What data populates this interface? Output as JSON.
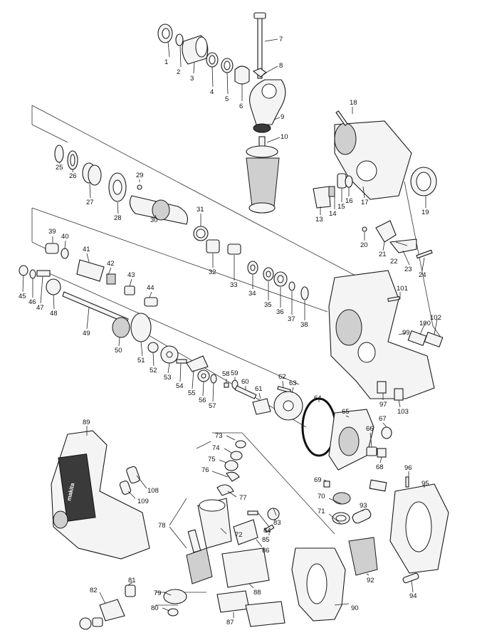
{
  "diagram": {
    "brand_mark": "makita",
    "callouts": [
      {
        "id": "c1",
        "label": "1"
      },
      {
        "id": "c2",
        "label": "2"
      },
      {
        "id": "c3",
        "label": "3"
      },
      {
        "id": "c4",
        "label": "4"
      },
      {
        "id": "c5",
        "label": "5"
      },
      {
        "id": "c6",
        "label": "6"
      },
      {
        "id": "c7",
        "label": "7"
      },
      {
        "id": "c8",
        "label": "8"
      },
      {
        "id": "c9",
        "label": "9"
      },
      {
        "id": "c10",
        "label": "10"
      },
      {
        "id": "c13",
        "label": "13"
      },
      {
        "id": "c14",
        "label": "14"
      },
      {
        "id": "c15",
        "label": "15"
      },
      {
        "id": "c16",
        "label": "16"
      },
      {
        "id": "c17",
        "label": "17"
      },
      {
        "id": "c18",
        "label": "18"
      },
      {
        "id": "c19",
        "label": "19"
      },
      {
        "id": "c20",
        "label": "20"
      },
      {
        "id": "c21",
        "label": "21"
      },
      {
        "id": "c22",
        "label": "22"
      },
      {
        "id": "c23",
        "label": "23"
      },
      {
        "id": "c24",
        "label": "24"
      },
      {
        "id": "c25",
        "label": "25"
      },
      {
        "id": "c26",
        "label": "26"
      },
      {
        "id": "c27",
        "label": "27"
      },
      {
        "id": "c28",
        "label": "28"
      },
      {
        "id": "c29",
        "label": "29"
      },
      {
        "id": "c30",
        "label": "30"
      },
      {
        "id": "c31",
        "label": "31"
      },
      {
        "id": "c32",
        "label": "32"
      },
      {
        "id": "c33",
        "label": "33"
      },
      {
        "id": "c34",
        "label": "34"
      },
      {
        "id": "c35",
        "label": "35"
      },
      {
        "id": "c36",
        "label": "36"
      },
      {
        "id": "c37",
        "label": "37"
      },
      {
        "id": "c38",
        "label": "38"
      },
      {
        "id": "c39",
        "label": "39"
      },
      {
        "id": "c40",
        "label": "40"
      },
      {
        "id": "c41",
        "label": "41"
      },
      {
        "id": "c42",
        "label": "42"
      },
      {
        "id": "c43",
        "label": "43"
      },
      {
        "id": "c44",
        "label": "44"
      },
      {
        "id": "c45",
        "label": "45"
      },
      {
        "id": "c46",
        "label": "46"
      },
      {
        "id": "c47",
        "label": "47"
      },
      {
        "id": "c48",
        "label": "48"
      },
      {
        "id": "c49",
        "label": "49"
      },
      {
        "id": "c50",
        "label": "50"
      },
      {
        "id": "c51",
        "label": "51"
      },
      {
        "id": "c52",
        "label": "52"
      },
      {
        "id": "c53",
        "label": "53"
      },
      {
        "id": "c54",
        "label": "54"
      },
      {
        "id": "c55",
        "label": "55"
      },
      {
        "id": "c56",
        "label": "56"
      },
      {
        "id": "c57",
        "label": "57"
      },
      {
        "id": "c58",
        "label": "58"
      },
      {
        "id": "c59",
        "label": "59"
      },
      {
        "id": "c60",
        "label": "60"
      },
      {
        "id": "c61",
        "label": "61"
      },
      {
        "id": "c62",
        "label": "62"
      },
      {
        "id": "c63",
        "label": "63"
      },
      {
        "id": "c64",
        "label": "64"
      },
      {
        "id": "c65",
        "label": "65"
      },
      {
        "id": "c66",
        "label": "66"
      },
      {
        "id": "c67",
        "label": "67"
      },
      {
        "id": "c68",
        "label": "68"
      },
      {
        "id": "c69",
        "label": "69"
      },
      {
        "id": "c70",
        "label": "70"
      },
      {
        "id": "c71",
        "label": "71"
      },
      {
        "id": "c72",
        "label": "72"
      },
      {
        "id": "c73",
        "label": "73"
      },
      {
        "id": "c74",
        "label": "74"
      },
      {
        "id": "c75",
        "label": "75"
      },
      {
        "id": "c76",
        "label": "76"
      },
      {
        "id": "c77",
        "label": "77"
      },
      {
        "id": "c78",
        "label": "78"
      },
      {
        "id": "c79",
        "label": "79"
      },
      {
        "id": "c80",
        "label": "80"
      },
      {
        "id": "c81",
        "label": "81"
      },
      {
        "id": "c82",
        "label": "82"
      },
      {
        "id": "c83",
        "label": "83"
      },
      {
        "id": "c84",
        "label": "84"
      },
      {
        "id": "c85",
        "label": "85"
      },
      {
        "id": "c86",
        "label": "86"
      },
      {
        "id": "c87",
        "label": "87"
      },
      {
        "id": "c88",
        "label": "88"
      },
      {
        "id": "c89",
        "label": "89"
      },
      {
        "id": "c90",
        "label": "90"
      },
      {
        "id": "c92",
        "label": "92"
      },
      {
        "id": "c93",
        "label": "93"
      },
      {
        "id": "c94",
        "label": "94"
      },
      {
        "id": "c95",
        "label": "95"
      },
      {
        "id": "c96",
        "label": "96"
      },
      {
        "id": "c97",
        "label": "97"
      },
      {
        "id": "c99",
        "label": "99"
      },
      {
        "id": "c100",
        "label": "100"
      },
      {
        "id": "c101",
        "label": "101"
      },
      {
        "id": "c102",
        "label": "102"
      },
      {
        "id": "c103",
        "label": "103"
      },
      {
        "id": "c108",
        "label": "108"
      },
      {
        "id": "c109",
        "label": "109"
      }
    ]
  }
}
